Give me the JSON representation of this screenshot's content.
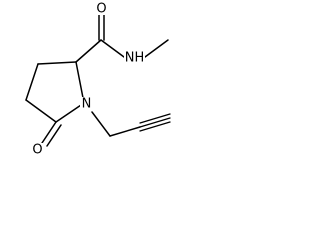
{
  "diagram": {
    "type": "skeletal-structure",
    "atoms": {
      "amide_oxygen": "O",
      "amide_nh": "NH",
      "ring_nitrogen": "N",
      "lactam_oxygen": "O"
    },
    "colors": {
      "bond": "#000000",
      "label": "#000000",
      "background": "#ffffff"
    }
  }
}
